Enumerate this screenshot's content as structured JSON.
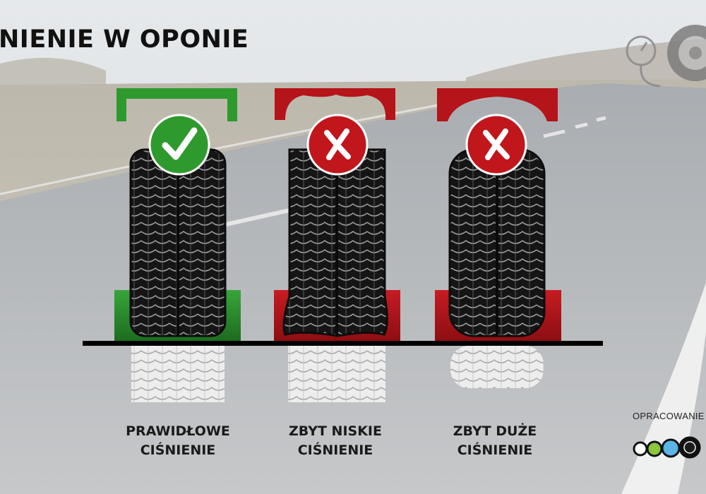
{
  "title": "NIENIE W OPONIE",
  "credit": "OPRACOWANIE",
  "colors": {
    "correct": "#2e9a2e",
    "wrong": "#b5141a",
    "tread": "#141414",
    "ground_line": "#000000"
  },
  "cases": [
    {
      "id": "correct",
      "status": "ok",
      "status_icon": "check-icon",
      "caption_line1": "PRAWIDŁOWE",
      "caption_line2": "CIŚNIENIE"
    },
    {
      "id": "low",
      "status": "wrong",
      "status_icon": "cross-icon",
      "caption_line1": "ZBYT NISKIE",
      "caption_line2": "CIŚNIENIE"
    },
    {
      "id": "high",
      "status": "wrong",
      "status_icon": "cross-icon",
      "caption_line1": "ZBYT DUŻE",
      "caption_line2": "CIŚNIENIE"
    }
  ]
}
